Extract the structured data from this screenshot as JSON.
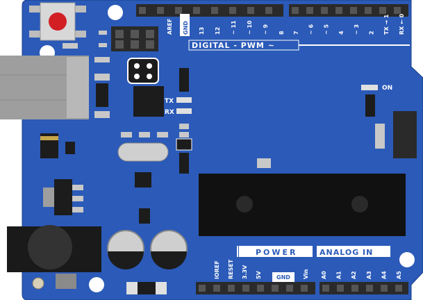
{
  "board": {
    "digital_pins": [
      "AREF",
      "GND",
      "13",
      "12",
      "~ 11",
      "~ 10",
      "~ 9",
      "8"
    ],
    "digital_pins_b": [
      "7",
      "~ 6",
      "~ 5",
      "4",
      "~ 3",
      "2",
      "TX → 1",
      "RX ← 0"
    ],
    "header_title": "DIGITAL  -  PWM ~",
    "led_tx": "TX",
    "led_rx": "RX",
    "led_on": "ON",
    "power_title": "POWER",
    "analog_title": "ANALOG  IN",
    "power_pins": [
      "IOREF",
      "RESET",
      "3.3V",
      "5V",
      "GND",
      "Vin"
    ],
    "analog_pins": [
      "A0",
      "A1",
      "A2",
      "A3",
      "A4",
      "A5"
    ]
  },
  "colors": {
    "board": "#2b5ab8",
    "outline": "#1a3e8a",
    "header": "#2a2a2a",
    "chip": "#1c1c1c",
    "usb": "#9e9e9e",
    "reset": "#d11f24",
    "label_box": "#ffffff"
  }
}
